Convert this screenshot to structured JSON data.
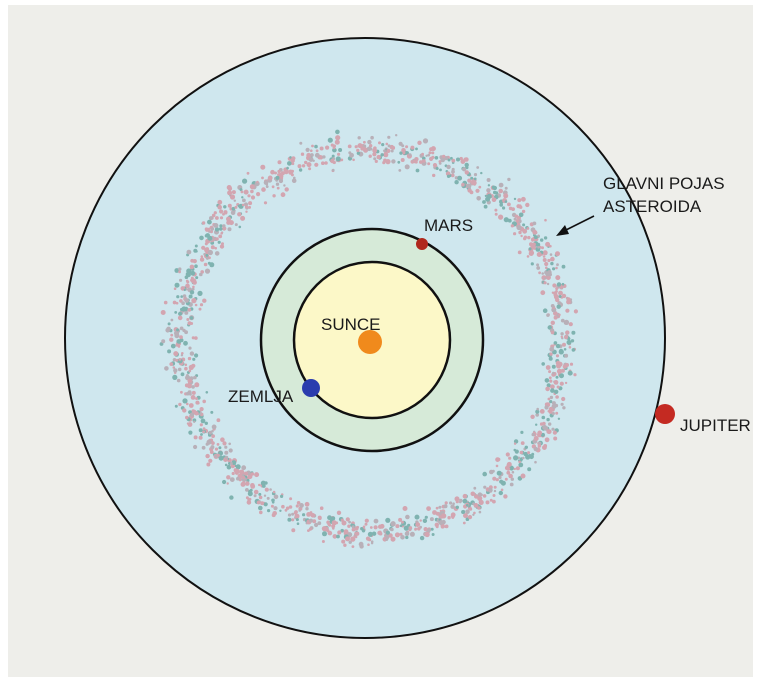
{
  "labels": {
    "sun": "SUNCE",
    "earth": "ZEMLJA",
    "mars": "MARS",
    "jupiter": "JUPITER",
    "belt_line1": "GLAVNI POJAS",
    "belt_line2": "ASTEROIDA"
  },
  "colors": {
    "background": "#eeeeea",
    "jupiter_orbit_fill": "#cfe7ee",
    "mars_orbit_fill": "#d6ead8",
    "earth_orbit_fill": "#fcf8c8",
    "sun": "#f08a1c",
    "earth": "#2a3cae",
    "mars": "#b0281c",
    "jupiter": "#c42a22",
    "asteroid_pink": "#d3a5b0",
    "asteroid_teal": "#7fb3b0",
    "asteroid_gray": "#b8b0b8"
  }
}
